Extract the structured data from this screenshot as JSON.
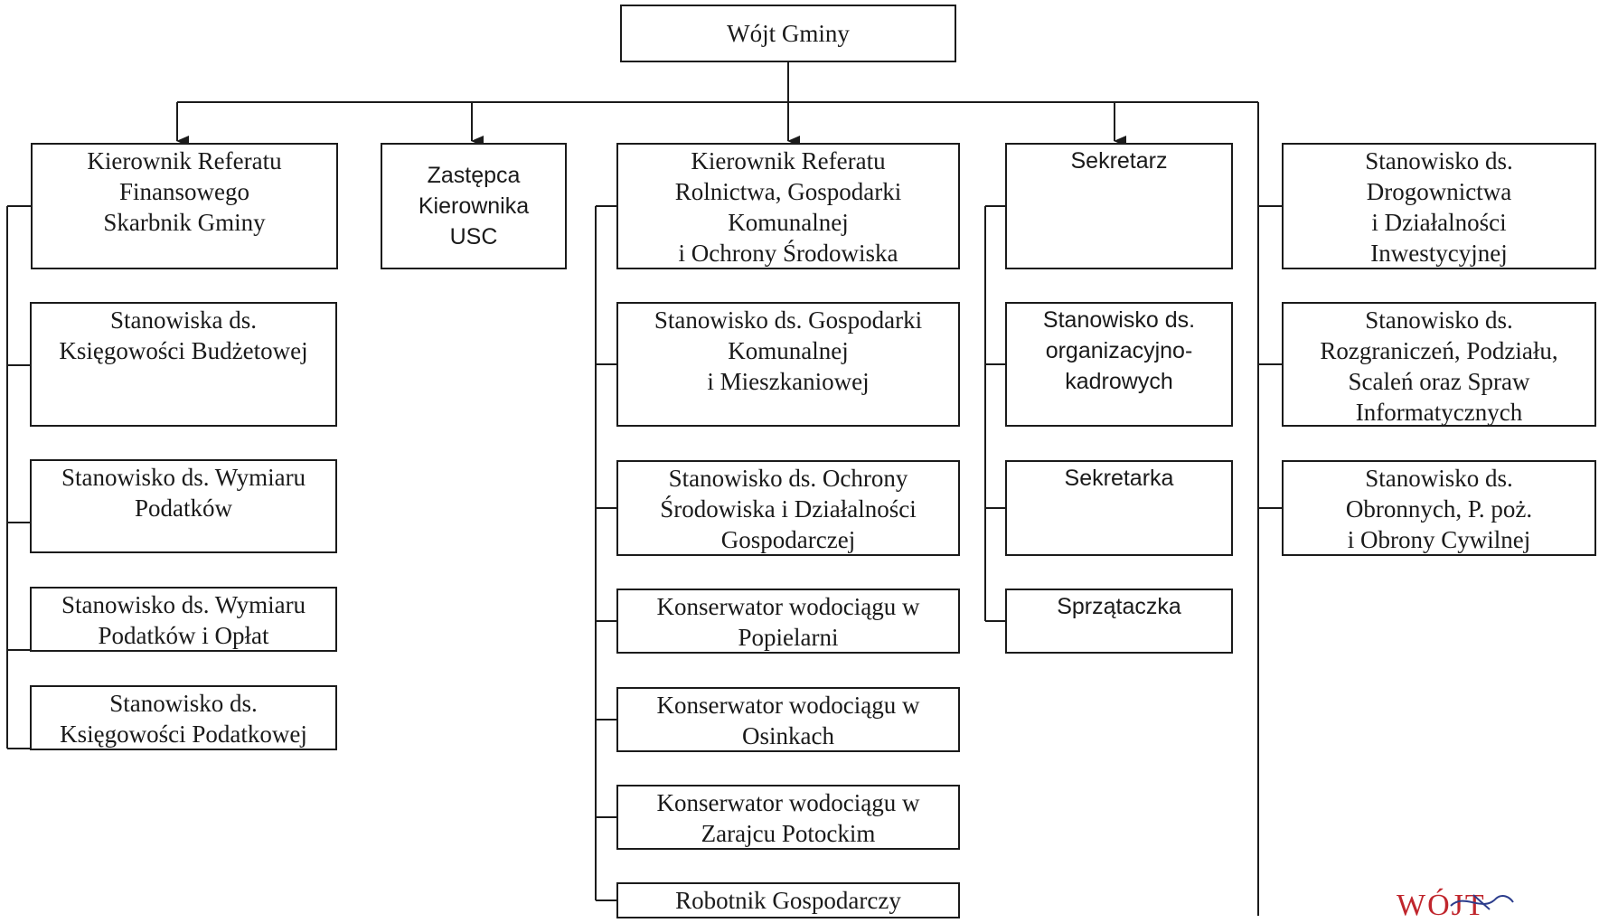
{
  "root": {
    "lines": [
      "Wójt Gminy"
    ]
  },
  "columns": [
    {
      "head": {
        "lines": [
          "Kierownik Referatu",
          "Finansowego",
          "Skarbnik Gminy"
        ]
      },
      "items": [
        {
          "lines": [
            "Stanowiska ds.",
            "Księgowości Budżetowej"
          ]
        },
        {
          "lines": [
            "Stanowisko ds. Wymiaru",
            "Podatków"
          ]
        },
        {
          "lines": [
            "Stanowisko ds. Wymiaru",
            "Podatków i Opłat"
          ]
        },
        {
          "lines": [
            "Stanowisko ds.",
            "Księgowości Podatkowej"
          ]
        }
      ]
    },
    {
      "head": {
        "lines": [
          "Zastępca",
          "Kierownika",
          "USC"
        ]
      },
      "items": []
    },
    {
      "head": {
        "lines": [
          "Kierownik Referatu",
          "Rolnictwa, Gospodarki",
          "Komunalnej",
          "i Ochrony Środowiska"
        ]
      },
      "items": [
        {
          "lines": [
            "Stanowisko ds. Gospodarki",
            "Komunalnej",
            "i Mieszkaniowej"
          ]
        },
        {
          "lines": [
            "Stanowisko ds. Ochrony",
            "Środowiska i Działalności",
            "Gospodarczej"
          ]
        },
        {
          "lines": [
            "Konserwator wodociągu w",
            "Popielarni"
          ]
        },
        {
          "lines": [
            "Konserwator wodociągu w",
            "Osinkach"
          ]
        },
        {
          "lines": [
            "Konserwator wodociągu w",
            "Zarajcu Potockim"
          ]
        },
        {
          "lines": [
            "Robotnik Gospodarczy"
          ]
        }
      ]
    },
    {
      "head": {
        "lines": [
          "Sekretarz"
        ]
      },
      "items": [
        {
          "lines": [
            "Stanowisko ds.",
            "organizacyjno-",
            "kadrowych"
          ]
        },
        {
          "lines": [
            "Sekretarka"
          ]
        },
        {
          "lines": [
            "Sprzątaczka"
          ]
        }
      ]
    },
    {
      "head": {
        "lines": [
          "Stanowisko ds.",
          "Drogownictwa",
          "i Działalności",
          "Inwestycyjnej"
        ]
      },
      "items": [
        {
          "lines": [
            "Stanowisko ds.",
            "Rozgraniczeń, Podziału,",
            "Scaleń oraz Spraw",
            "Informatycznych"
          ]
        },
        {
          "lines": [
            "Stanowisko ds.",
            "Obronnych, P. poż.",
            "i Obrony Cywilnej"
          ]
        }
      ]
    }
  ],
  "stamp": {
    "text": "WÓJT"
  },
  "colors": {
    "line": "#1b1b1b",
    "stamp": "#c0262d"
  }
}
